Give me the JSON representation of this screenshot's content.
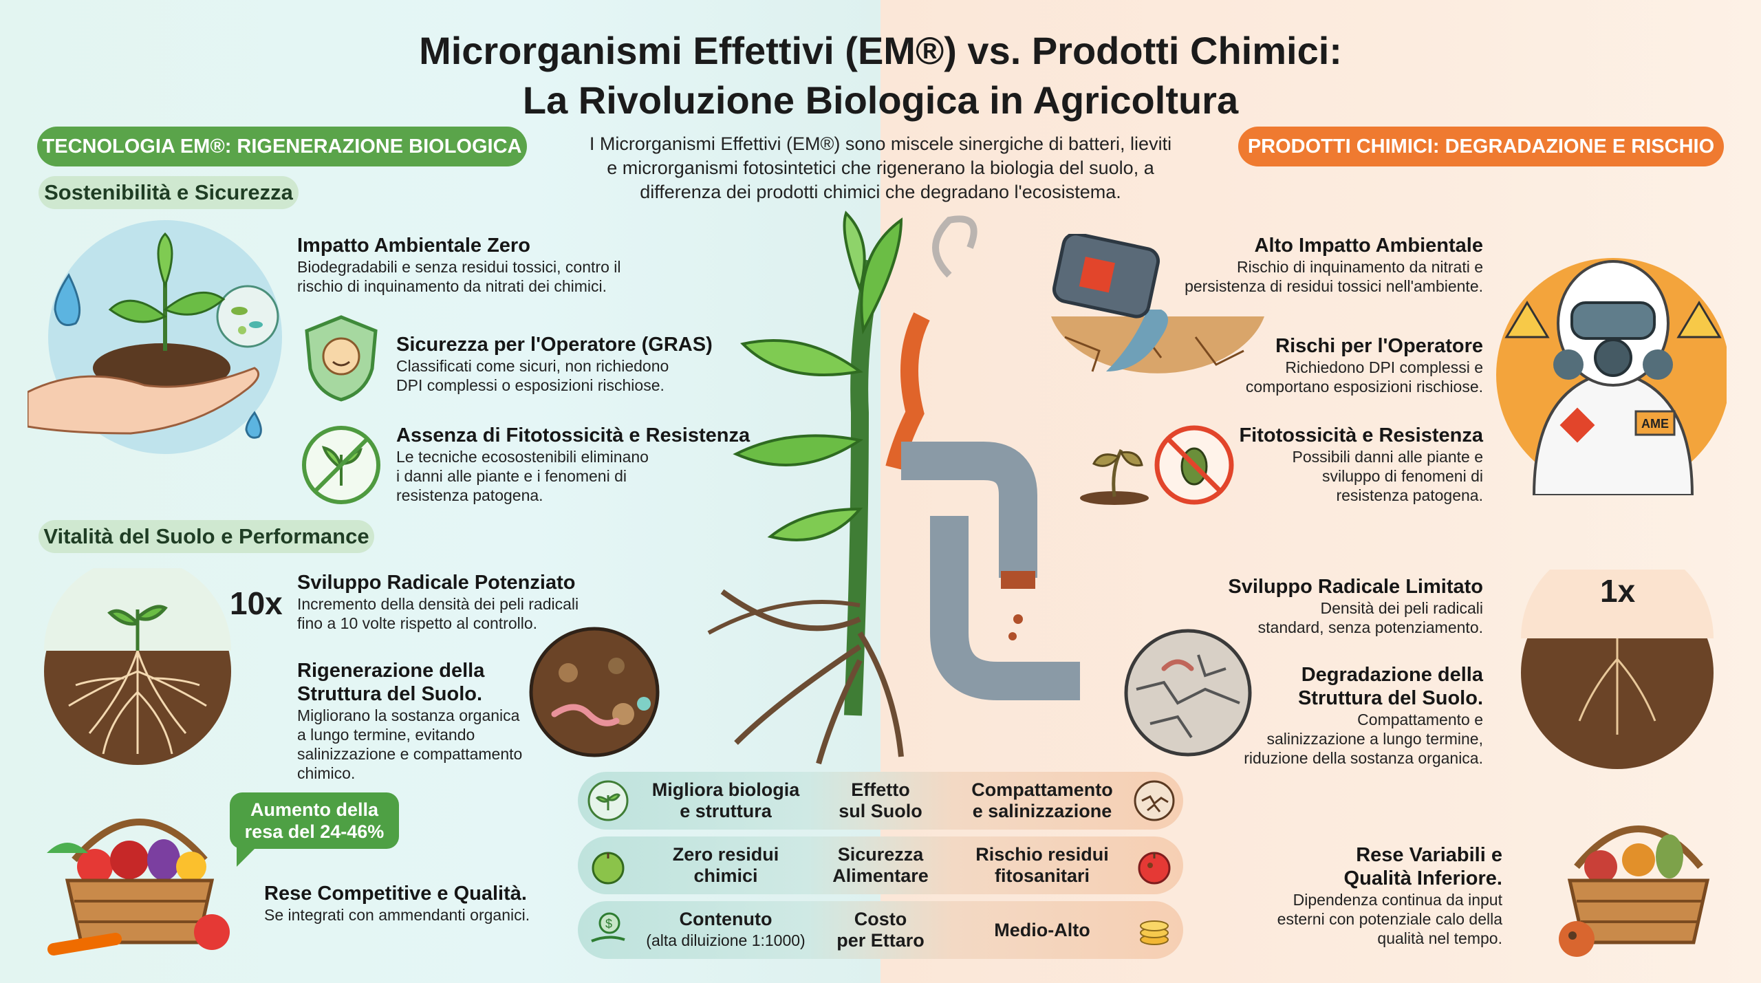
{
  "title": {
    "line1": "Microrganismi Effettivi (EM®) vs. Prodotti Chimici:",
    "line2": "La Rivoluzione Biologica in Agricoltura"
  },
  "intro": {
    "line1": "I Microrganismi Effettivi (EM®) sono miscele sinergiche di batteri, lieviti",
    "line2": "e microrganismi fotosintetici che rigenerano la biologia del suolo, a",
    "line3": "differenza dei prodotti chimici che degradano l'ecosistema."
  },
  "left": {
    "header": "TECNOLOGIA EM®: RIGENERAZIONE BIOLOGICA",
    "section1": "Sostenibilità e Sicurezza",
    "section2": "Vitalità del Suolo e Performance",
    "items": [
      {
        "title": "Impatto Ambientale Zero",
        "desc1": "Biodegradabili e senza residui tossici, contro il",
        "desc2": "rischio di inquinamento da nitrati dei chimici."
      },
      {
        "title": "Sicurezza per l'Operatore (GRAS)",
        "desc1": "Classificati come sicuri, non richiedono",
        "desc2": "DPI complessi o esposizioni rischiose."
      },
      {
        "title": "Assenza di Fitotossicità e Resistenza",
        "desc1": "Le tecniche ecosostenibili eliminano",
        "desc2": "i danni alle piante e i fenomeni di",
        "desc3": "resistenza patogena."
      },
      {
        "title": "Sviluppo Radicale Potenziato",
        "desc1": "Incremento della densità dei peli radicali",
        "desc2": "fino a 10 volte rispetto al controllo."
      },
      {
        "title1": "Rigenerazione della",
        "title2": "Struttura del Suolo.",
        "desc1": "Migliorano la sostanza organica",
        "desc2": "a lungo termine, evitando",
        "desc3": "salinizzazione e compattamento",
        "desc4": "chimico."
      },
      {
        "title": "Rese Competitive e Qualità.",
        "desc1": "Se integrati con ammendanti organici."
      }
    ],
    "multiplier": "10x",
    "yield_bubble1": "Aumento della",
    "yield_bubble2": "resa del 24-46%"
  },
  "right": {
    "header": "PRODOTTI CHIMICI: DEGRADAZIONE E RISCHIO",
    "items": [
      {
        "title": "Alto Impatto Ambientale",
        "desc1": "Rischio di inquinamento da nitrati e",
        "desc2": "persistenza di residui tossici nell'ambiente."
      },
      {
        "title": "Rischi per l'Operatore",
        "desc1": "Richiedono DPI complessi e",
        "desc2": "comportano esposizioni rischiose."
      },
      {
        "title": "Fitotossicità e Resistenza",
        "desc1": "Possibili danni alle piante e",
        "desc2": "sviluppo di fenomeni di",
        "desc3": "resistenza patogena."
      },
      {
        "title": "Sviluppo Radicale Limitato",
        "desc1": "Densità dei peli radicali",
        "desc2": "standard, senza potenziamento."
      },
      {
        "title1": "Degradazione della",
        "title2": "Struttura del Suolo.",
        "desc1": "Compattamento e",
        "desc2": "salinizzazione a lungo termine,",
        "desc3": "riduzione della sostanza organica."
      },
      {
        "title1": "Rese Variabili e",
        "title2": "Qualità Inferiore.",
        "desc1": "Dipendenza continua da input",
        "desc2": "esterni con potenziale calo della",
        "desc3": "qualità nel tempo."
      }
    ],
    "multiplier": "1x",
    "suit_label": "AME"
  },
  "comparison": [
    {
      "left1": "Migliora biologia",
      "left2": "e struttura",
      "mid1": "Effetto",
      "mid2": "sul Suolo",
      "right1": "Compattamento",
      "right2": "e salinizzazione"
    },
    {
      "left1": "Zero residui",
      "left2": "chimici",
      "mid1": "Sicurezza",
      "mid2": "Alimentare",
      "right1": "Rischio residui",
      "right2": "fitosanitari"
    },
    {
      "left1": "Contenuto",
      "left2": "(alta diluizione 1:1000)",
      "mid1": "Costo",
      "mid2": "per Ettaro",
      "right1": "Medio-Alto"
    }
  ],
  "colors": {
    "green": "#5aa44a",
    "orange": "#ef7a30",
    "left_bg": "#e3f5f1",
    "right_bg": "#fbe7d8"
  }
}
